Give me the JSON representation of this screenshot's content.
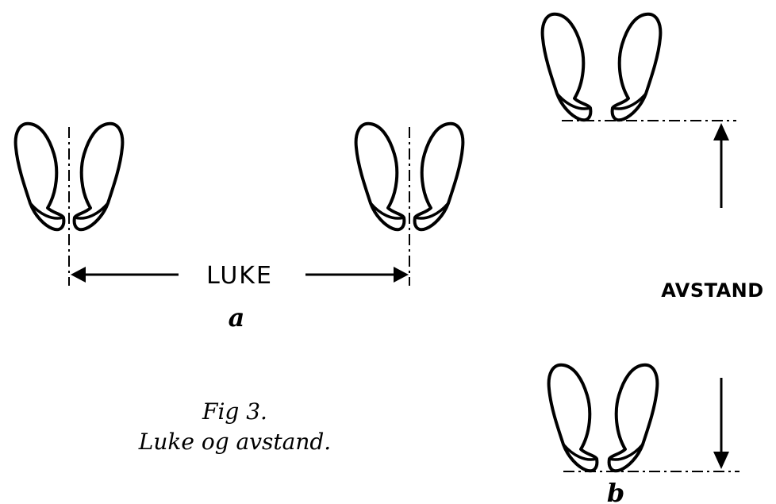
{
  "labels": {
    "luke": "LUKE",
    "part_a": "a",
    "avstand": "AVSTAND",
    "part_b": "b",
    "fig_number": "Fig 3.",
    "fig_caption": "Luke og avstand."
  }
}
